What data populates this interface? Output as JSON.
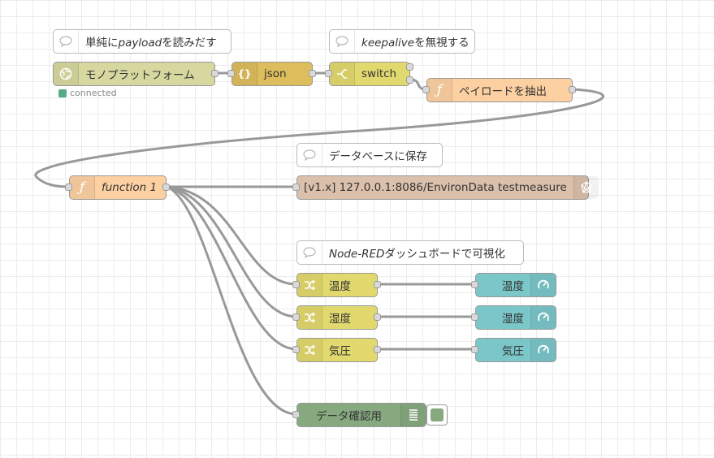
{
  "comments": {
    "c1": {
      "text": "単純に",
      "emph": "payload",
      "tail": "を読みだす"
    },
    "c2": {
      "emph": "keepalive",
      "tail": "を無視する"
    },
    "c3": {
      "text": "データベースに保存"
    },
    "c4": {
      "emph": "Node-RED",
      "tail": "ダッシュボードで可視化"
    }
  },
  "nodes": {
    "mono": {
      "label": "モノプラットフォーム",
      "status": "connected",
      "color": "#d7d7a0",
      "icon": "globe-icon"
    },
    "json": {
      "label": "json",
      "color": "#debd5c",
      "icon": "json-icon"
    },
    "switch": {
      "label": "switch",
      "color": "#e2d96e",
      "icon": "switch-icon"
    },
    "extract": {
      "label": "ペイロードを抽出",
      "color": "#fdd0a2",
      "icon": "function-icon"
    },
    "function1": {
      "label": "function 1",
      "color": "#fdd0a2",
      "icon": "function-icon"
    },
    "influx": {
      "label": "[v1.x] 127.0.0.1:8086/EnvironData testmeasure",
      "color": "#dbc0ac",
      "icon": "influxdb-icon"
    },
    "change1": {
      "label": "温度",
      "color": "#e2d96e",
      "icon": "change-icon"
    },
    "change2": {
      "label": "湿度",
      "color": "#e2d96e",
      "icon": "change-icon"
    },
    "change3": {
      "label": "気圧",
      "color": "#e2d96e",
      "icon": "change-icon"
    },
    "gauge1": {
      "label": "温度",
      "color": "#7ac6c9",
      "icon": "gauge-icon"
    },
    "gauge2": {
      "label": "湿度",
      "color": "#7ac6c9",
      "icon": "gauge-icon"
    },
    "gauge3": {
      "label": "気圧",
      "color": "#7ac6c9",
      "icon": "gauge-icon"
    },
    "debug": {
      "label": "データ確認用",
      "color": "#87a980",
      "icon": "debug-list-icon"
    }
  },
  "colors": {
    "canvas": "#ffffff",
    "grid": "#ececec",
    "wire": "#999999",
    "status_connected": "#5aaa88"
  }
}
